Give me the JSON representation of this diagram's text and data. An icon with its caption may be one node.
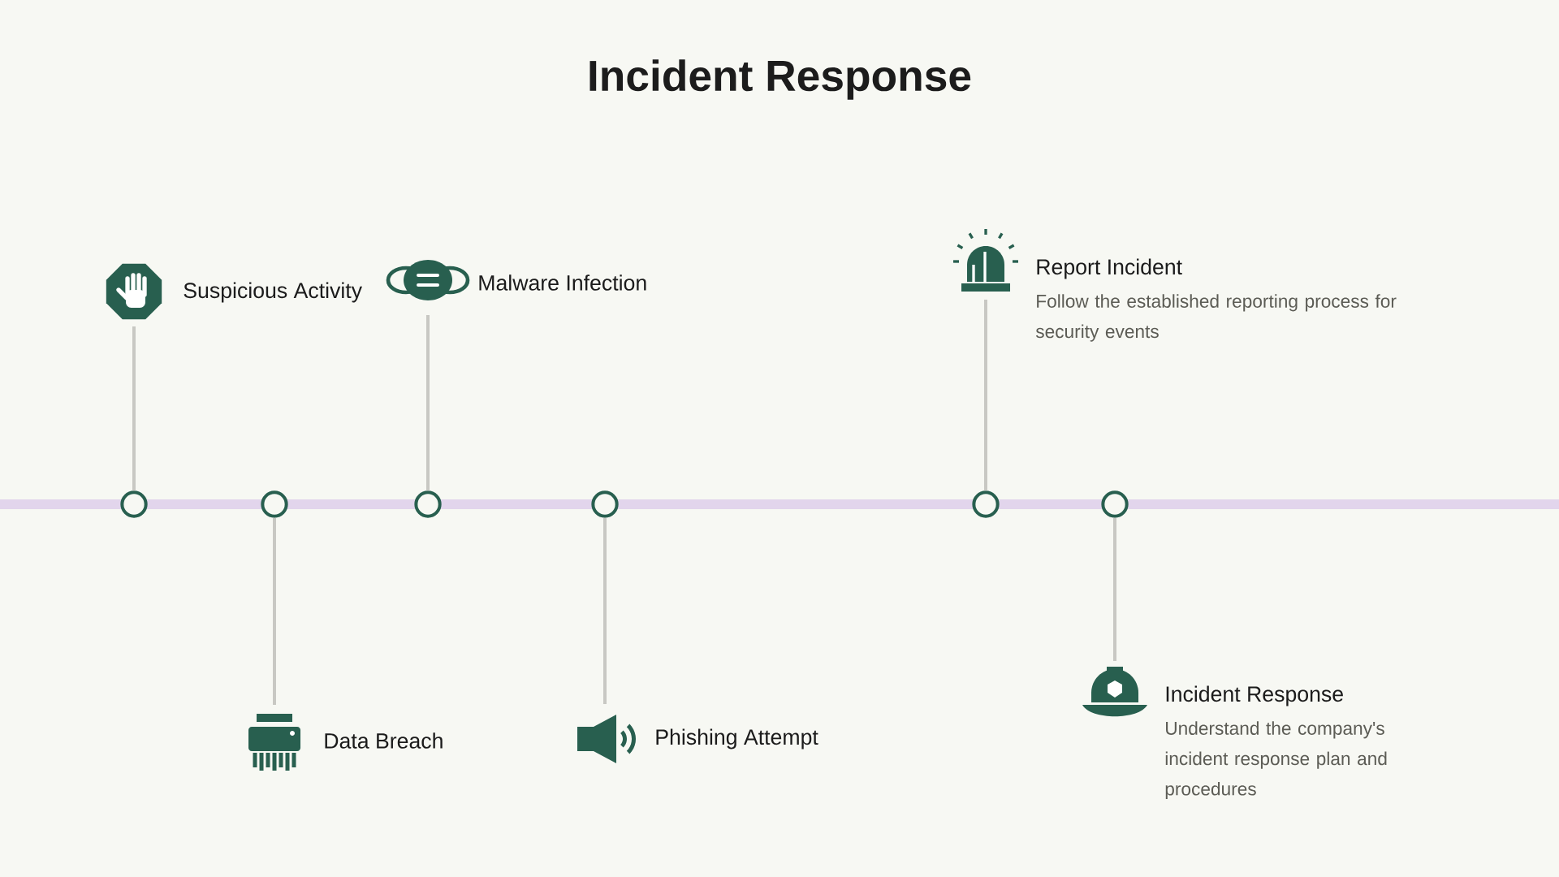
{
  "diagram": {
    "title": "Incident Response",
    "nodes": [
      {
        "text": [],
        "shape": "hand",
        "beside": [
          "Suspicious Activity"
        ]
      },
      {
        "text": [],
        "shape": "mask",
        "beside": [
          "Malware Infection"
        ]
      },
      {
        "text": [],
        "shape": "siren",
        "beside": [
          "Report Incident",
          "Follow the established reporting process for security events"
        ]
      },
      {
        "text": [],
        "shape": "shredder",
        "beside": [
          "Data Breach"
        ]
      },
      {
        "text": [],
        "shape": "speaker",
        "beside": [
          "Phishing Attempt"
        ]
      },
      {
        "text": [],
        "shape": "helmet",
        "beside": [
          "Incident Response",
          "Understand the company's incident response plan and procedures"
        ]
      },
      {
        "text": [],
        "shape": "circle"
      },
      {
        "text": [],
        "shape": "circle"
      },
      {
        "text": [],
        "shape": "circle"
      },
      {
        "text": [],
        "shape": "circle"
      },
      {
        "text": [],
        "shape": "circle"
      },
      {
        "text": [],
        "shape": "circle"
      }
    ],
    "edges": [
      {
        "from": 6,
        "to": 0,
        "arrow": "none"
      },
      {
        "from": 7,
        "to": 3,
        "arrow": "none"
      },
      {
        "from": 8,
        "to": 1,
        "arrow": "none"
      },
      {
        "from": 9,
        "to": 4,
        "arrow": "none"
      },
      {
        "from": 10,
        "to": 2,
        "arrow": "none"
      },
      {
        "from": 11,
        "to": 5,
        "arrow": "none"
      }
    ]
  }
}
